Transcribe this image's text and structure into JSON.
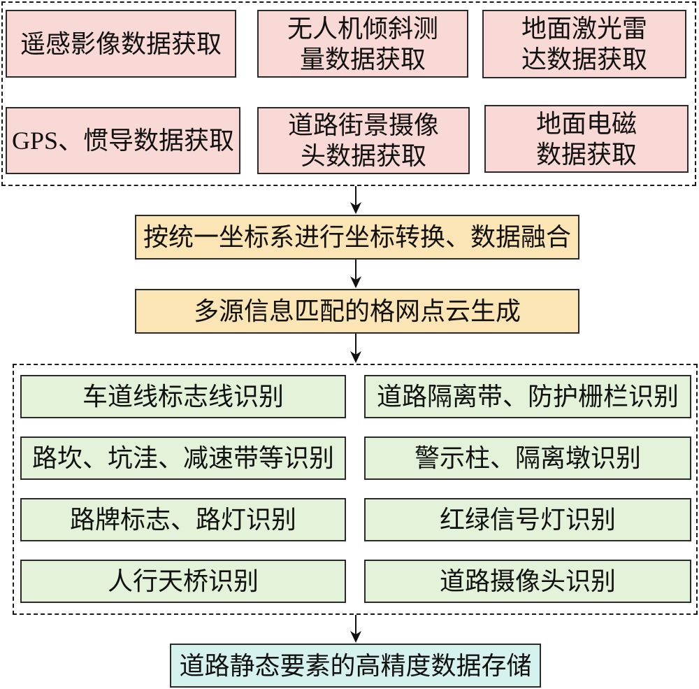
{
  "data_acquisition": [
    {
      "lines": [
        "遥感影像数据获取"
      ]
    },
    {
      "lines": [
        "无人机倾斜测",
        "量数据获取"
      ]
    },
    {
      "lines": [
        "地面激光雷",
        "达数据获取"
      ]
    },
    {
      "lines": [
        "GPS、惯导数据获取"
      ]
    },
    {
      "lines": [
        "道路街景摄像",
        "头数据获取"
      ]
    },
    {
      "lines": [
        "地面电磁",
        "数据获取"
      ]
    }
  ],
  "processing_steps": [
    "按统一坐标系进行坐标转换、数据融合",
    "多源信息匹配的格网点云生成"
  ],
  "recognition": [
    "车道线标志线识别",
    "道路隔离带、防护栅栏识别",
    "路坎、坑洼、减速带等识别",
    "警示柱、隔离墩识别",
    "路牌标志、路灯识别",
    "红绿信号灯识别",
    "人行天桥识别",
    "道路摄像头识别"
  ],
  "storage": "道路静态要素的高精度数据存储",
  "colors": {
    "acquisition_fill": "#f9d9d6",
    "processing_fill": "#fce5b4",
    "recognition_fill": "#e3f2d8",
    "storage_fill": "#d5f2ee",
    "stroke": "#1a1a1a"
  }
}
